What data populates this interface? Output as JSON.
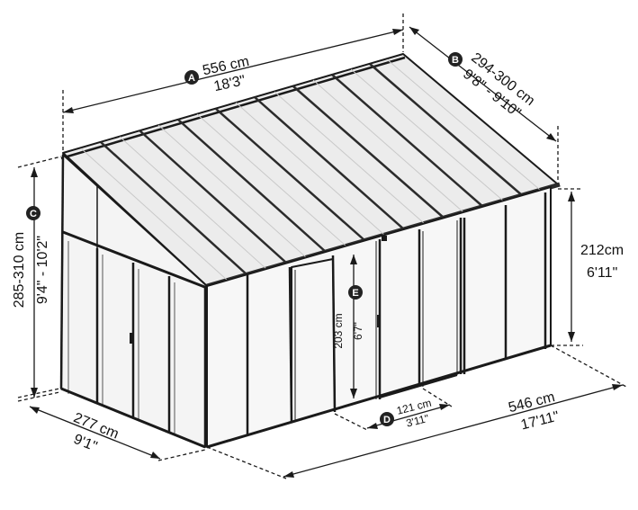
{
  "dimensions": {
    "a": {
      "badge": "A",
      "metric": "556 cm",
      "imperial": "18'3\""
    },
    "b": {
      "badge": "B",
      "metric": "294-300 cm",
      "imperial": "9'8\" - 9'10\""
    },
    "c": {
      "badge": "C",
      "metric": "285-310 cm",
      "imperial": "9'4\" - 10'2\""
    },
    "d": {
      "badge": "D",
      "metric": "121 cm",
      "imperial": "3'11\""
    },
    "e": {
      "badge": "E",
      "metric": "203 cm",
      "imperial": "6'7\""
    },
    "side_height": {
      "metric": "212cm",
      "imperial": "6'11\""
    },
    "front_width": {
      "metric": "546 cm",
      "imperial": "17'11\""
    },
    "side_depth": {
      "metric": "277 cm",
      "imperial": "9'1\""
    }
  },
  "colors": {
    "line": "#1a1a1a",
    "frame": "#2b2b2b",
    "roof": "#e9e9e9",
    "glass": "#f6f6f6",
    "badge": "#222222"
  }
}
